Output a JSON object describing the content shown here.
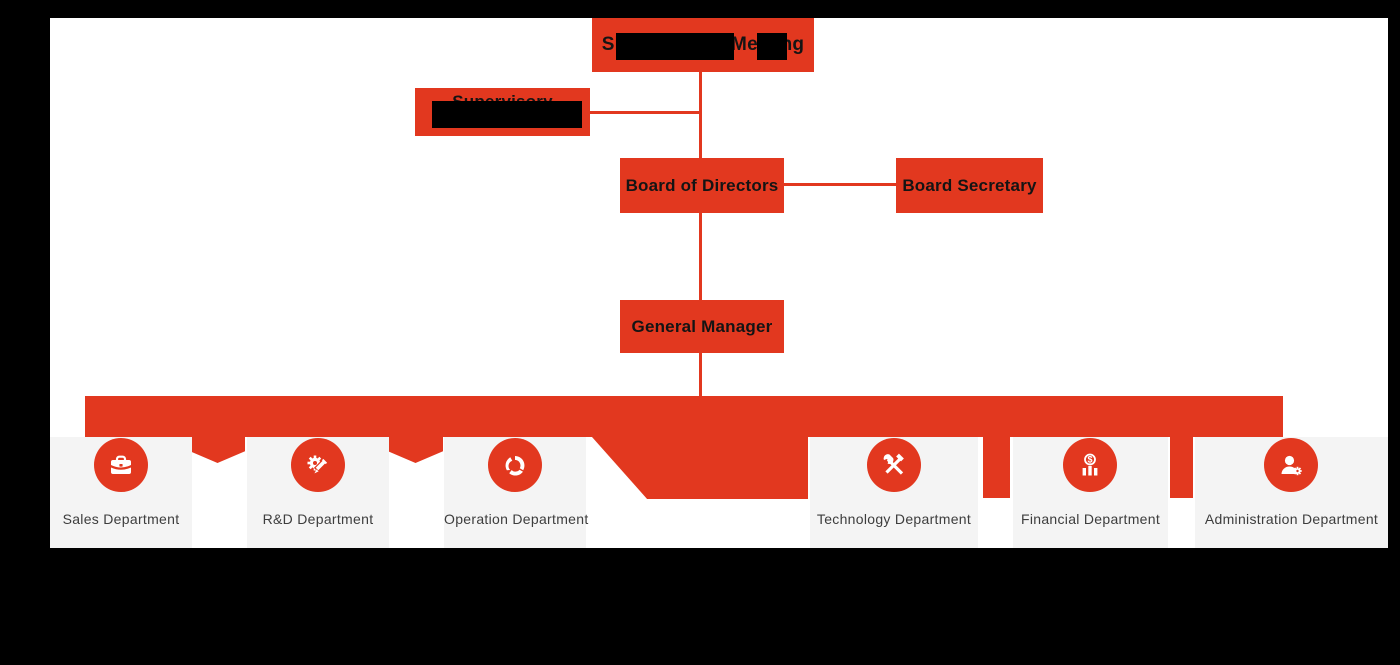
{
  "colors": {
    "accent_red": "#e2381f",
    "card_gray": "#f4f4f4",
    "content_white": "#ffffff",
    "frame_black": "#000000",
    "title_text": "#141414",
    "label_text": "#3d3d3d"
  },
  "org": {
    "nodes": {
      "shareholders": {
        "label": "Shareholders Meeting"
      },
      "supervisory": {
        "label": "Supervisory Committee"
      },
      "board_of_directors": {
        "label": "Board of Directors"
      },
      "board_secretary": {
        "label": "Board Secretary"
      },
      "general_manager": {
        "label": "General Manager"
      }
    },
    "departments": [
      {
        "label": "Sales Department",
        "icon": "briefcase-icon"
      },
      {
        "label": "R&D Department",
        "icon": "pencil-gear-icon"
      },
      {
        "label": "Operation Department",
        "icon": "sync-arrows-icon"
      },
      {
        "label": "",
        "icon": ""
      },
      {
        "label": "Technology Department",
        "icon": "hammer-wrench-icon"
      },
      {
        "label": "Financial Department",
        "icon": "coin-columns-icon"
      },
      {
        "label": "Administration Department",
        "icon": "person-gear-icon"
      }
    ]
  }
}
